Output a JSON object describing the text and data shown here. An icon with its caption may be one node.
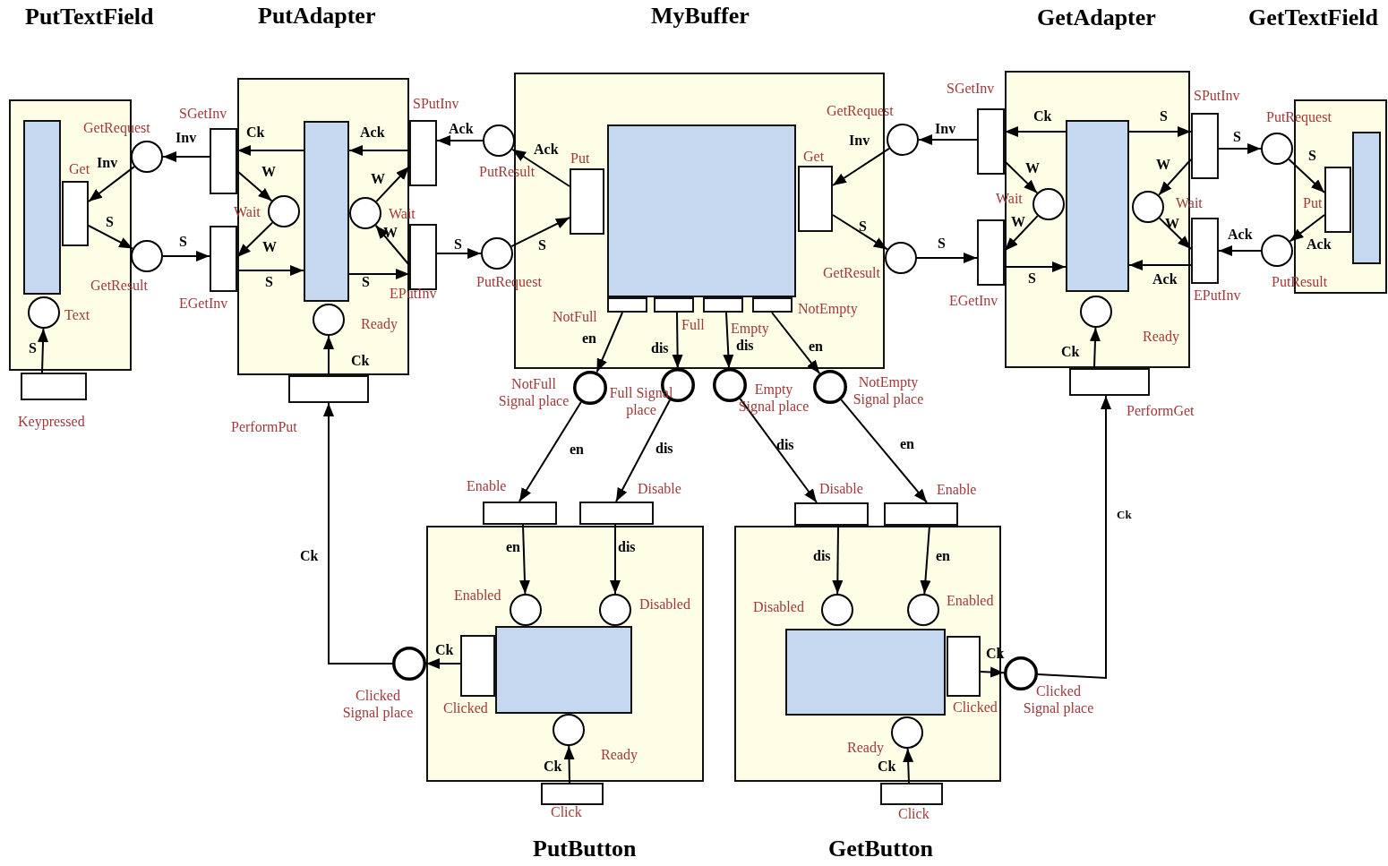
{
  "diagram": {
    "nodes": [
      {
        "text": [
          "PutTextField"
        ]
      },
      {
        "text": [],
        "shape": "box",
        "in": 0
      },
      {
        "text": [],
        "shape": "box",
        "in": 0,
        "beside": [
          "Get"
        ]
      },
      {
        "text": [],
        "shape": "circle",
        "beside": [
          "GetRequest"
        ]
      },
      {
        "text": [],
        "shape": "circle",
        "beside": [
          "GetResult"
        ]
      },
      {
        "text": [],
        "shape": "circle",
        "in": 0,
        "beside": [
          "Text"
        ]
      },
      {
        "text": [],
        "shape": "box",
        "beside": [
          "Keypressed"
        ]
      },
      {
        "text": [
          "PutAdapter"
        ]
      },
      {
        "text": [],
        "shape": "box",
        "in": 7
      },
      {
        "text": [],
        "shape": "box",
        "beside": [
          "SGetInv"
        ]
      },
      {
        "text": [],
        "shape": "box",
        "beside": [
          "EGetInv"
        ]
      },
      {
        "text": [],
        "shape": "circle",
        "in": 7,
        "beside": [
          "Wait"
        ]
      },
      {
        "text": [],
        "shape": "circle",
        "in": 7,
        "beside": [
          "Wait"
        ]
      },
      {
        "text": [],
        "shape": "box",
        "beside": [
          "SPutInv"
        ]
      },
      {
        "text": [],
        "shape": "box",
        "beside": [
          "EPutInv"
        ]
      },
      {
        "text": [],
        "shape": "circle",
        "in": 7,
        "beside": [
          "Ready"
        ]
      },
      {
        "text": [],
        "shape": "box",
        "beside": [
          "PerformPut"
        ]
      },
      {
        "text": [
          "MyBuffer"
        ]
      },
      {
        "text": [],
        "shape": "box",
        "in": 17
      },
      {
        "text": [],
        "shape": "box",
        "in": 17,
        "beside": [
          "Put"
        ]
      },
      {
        "text": [],
        "shape": "box",
        "in": 17,
        "beside": [
          "Get"
        ]
      },
      {
        "text": [],
        "shape": "circle",
        "beside": [
          "PutResult"
        ]
      },
      {
        "text": [],
        "shape": "circle",
        "beside": [
          "PutRequest"
        ]
      },
      {
        "text": [],
        "shape": "circle",
        "beside": [
          "GetRequest"
        ]
      },
      {
        "text": [],
        "shape": "circle",
        "beside": [
          "GetResult"
        ]
      },
      {
        "text": [],
        "shape": "box",
        "in": 17,
        "beside": [
          "NotFull"
        ]
      },
      {
        "text": [],
        "shape": "box",
        "in": 17,
        "beside": [
          "Full"
        ]
      },
      {
        "text": [],
        "shape": "box",
        "in": 17,
        "beside": [
          "Empty"
        ]
      },
      {
        "text": [],
        "shape": "box",
        "in": 17,
        "beside": [
          "NotEmpty"
        ]
      },
      {
        "text": [],
        "shape": "circle",
        "beside": [
          "NotFull Signal place"
        ]
      },
      {
        "text": [],
        "shape": "circle",
        "beside": [
          "Full Signal place"
        ]
      },
      {
        "text": [],
        "shape": "circle",
        "beside": [
          "Empty Signal place"
        ]
      },
      {
        "text": [],
        "shape": "circle",
        "beside": [
          "NotEmpty Signal place"
        ]
      },
      {
        "text": [
          "GetAdapter"
        ]
      },
      {
        "text": [],
        "shape": "box",
        "in": 33
      },
      {
        "text": [],
        "shape": "box",
        "beside": [
          "SGetInv"
        ]
      },
      {
        "text": [],
        "shape": "box",
        "beside": [
          "EGetInv"
        ]
      },
      {
        "text": [],
        "shape": "circle",
        "in": 33,
        "beside": [
          "Wait"
        ]
      },
      {
        "text": [],
        "shape": "circle",
        "in": 33,
        "beside": [
          "Wait"
        ]
      },
      {
        "text": [],
        "shape": "box",
        "beside": [
          "SPutInv"
        ]
      },
      {
        "text": [],
        "shape": "box",
        "beside": [
          "EPutInv"
        ]
      },
      {
        "text": [],
        "shape": "circle",
        "in": 33,
        "beside": [
          "Ready"
        ]
      },
      {
        "text": [],
        "shape": "box",
        "beside": [
          "PerformGet"
        ]
      },
      {
        "text": [
          "GetTextField"
        ]
      },
      {
        "text": [],
        "shape": "box",
        "in": 43
      },
      {
        "text": [],
        "shape": "box",
        "in": 43,
        "beside": [
          "Put"
        ]
      },
      {
        "text": [],
        "shape": "circle",
        "beside": [
          "PutRequest"
        ]
      },
      {
        "text": [],
        "shape": "circle",
        "beside": [
          "PutResult"
        ]
      },
      {
        "text": [
          "PutButton"
        ]
      },
      {
        "text": [],
        "shape": "box",
        "in": 48
      },
      {
        "text": [],
        "shape": "box",
        "beside": [
          "Enable"
        ]
      },
      {
        "text": [],
        "shape": "box",
        "beside": [
          "Disable"
        ]
      },
      {
        "text": [],
        "shape": "circle",
        "in": 48,
        "beside": [
          "Enabled"
        ]
      },
      {
        "text": [],
        "shape": "circle",
        "in": 48,
        "beside": [
          "Disabled"
        ]
      },
      {
        "text": [],
        "shape": "box",
        "in": 48,
        "beside": [
          "Clicked"
        ]
      },
      {
        "text": [],
        "shape": "circle",
        "in": 48,
        "beside": [
          "Ready"
        ]
      },
      {
        "text": [],
        "shape": "box",
        "beside": [
          "Click"
        ]
      },
      {
        "text": [],
        "shape": "circle",
        "beside": [
          "Clicked Signal place"
        ]
      },
      {
        "text": [
          "GetButton"
        ]
      },
      {
        "text": [],
        "shape": "box",
        "in": 58
      },
      {
        "text": [],
        "shape": "box",
        "beside": [
          "Disable"
        ]
      },
      {
        "text": [],
        "shape": "box",
        "beside": [
          "Enable"
        ]
      },
      {
        "text": [],
        "shape": "circle",
        "in": 58,
        "beside": [
          "Disabled"
        ]
      },
      {
        "text": [],
        "shape": "circle",
        "in": 58,
        "beside": [
          "Enabled"
        ]
      },
      {
        "text": [],
        "shape": "box",
        "in": 58,
        "beside": [
          "Clicked"
        ]
      },
      {
        "text": [],
        "shape": "circle",
        "in": 58,
        "beside": [
          "Ready"
        ]
      },
      {
        "text": [],
        "shape": "box",
        "beside": [
          "Click"
        ]
      },
      {
        "text": [],
        "shape": "circle",
        "beside": [
          "Clicked Signal place"
        ]
      }
    ],
    "edges": [
      {
        "from": 3,
        "to": 2,
        "arrow": "to",
        "label": "Inv"
      },
      {
        "from": 2,
        "to": 4,
        "arrow": "to",
        "label": "S"
      },
      {
        "from": 6,
        "to": 5,
        "arrow": "to",
        "label": "S"
      },
      {
        "from": 9,
        "to": 3,
        "arrow": "to",
        "label": "Inv"
      },
      {
        "from": 4,
        "to": 10,
        "arrow": "to",
        "label": "S"
      },
      {
        "from": 8,
        "to": 9,
        "arrow": "to",
        "label": "Ck"
      },
      {
        "from": 9,
        "to": 11,
        "arrow": "to",
        "label": "W"
      },
      {
        "from": 11,
        "to": 10,
        "arrow": "to",
        "label": "W"
      },
      {
        "from": 10,
        "to": 8,
        "arrow": "to",
        "label": "S"
      },
      {
        "from": 13,
        "to": 8,
        "arrow": "to",
        "label": "Ack"
      },
      {
        "from": 12,
        "to": 13,
        "arrow": "to",
        "label": "W"
      },
      {
        "from": 14,
        "to": 12,
        "arrow": "to",
        "label": "W"
      },
      {
        "from": 8,
        "to": 14,
        "arrow": "to",
        "label": "S"
      },
      {
        "from": 16,
        "to": 15,
        "arrow": "to",
        "label": "Ck"
      },
      {
        "from": 21,
        "to": 13,
        "arrow": "to",
        "label": "Ack"
      },
      {
        "from": 14,
        "to": 22,
        "arrow": "to",
        "label": "S"
      },
      {
        "from": 19,
        "to": 21,
        "arrow": "to",
        "label": "Ack"
      },
      {
        "from": 22,
        "to": 19,
        "arrow": "to",
        "label": "S"
      },
      {
        "from": 23,
        "to": 20,
        "arrow": "to",
        "label": "Inv"
      },
      {
        "from": 20,
        "to": 24,
        "arrow": "to",
        "label": "S"
      },
      {
        "from": 24,
        "to": 36,
        "arrow": "to",
        "label": "S"
      },
      {
        "from": 35,
        "to": 23,
        "arrow": "to",
        "label": "Inv"
      },
      {
        "from": 25,
        "to": 29,
        "arrow": "to",
        "label": "en"
      },
      {
        "from": 26,
        "to": 30,
        "arrow": "to",
        "label": "dis"
      },
      {
        "from": 27,
        "to": 31,
        "arrow": "to",
        "label": "dis"
      },
      {
        "from": 28,
        "to": 32,
        "arrow": "to",
        "label": "en"
      },
      {
        "from": 29,
        "to": 50,
        "arrow": "to",
        "label": "en"
      },
      {
        "from": 30,
        "to": 51,
        "arrow": "to",
        "label": "dis"
      },
      {
        "from": 31,
        "to": 60,
        "arrow": "to",
        "label": "dis"
      },
      {
        "from": 32,
        "to": 61,
        "arrow": "to",
        "label": "en"
      },
      {
        "from": 50,
        "to": 52,
        "arrow": "to",
        "label": "en"
      },
      {
        "from": 51,
        "to": 53,
        "arrow": "to",
        "label": "dis"
      },
      {
        "from": 54,
        "to": 57,
        "arrow": "to",
        "label": "Ck"
      },
      {
        "from": 56,
        "to": 55,
        "arrow": "to",
        "label": "Ck"
      },
      {
        "from": 57,
        "to": 16,
        "arrow": "to",
        "label": "Ck"
      },
      {
        "from": 60,
        "to": 62,
        "arrow": "to",
        "label": "dis"
      },
      {
        "from": 61,
        "to": 63,
        "arrow": "to",
        "label": "en"
      },
      {
        "from": 64,
        "to": 67,
        "arrow": "to",
        "label": "Ck"
      },
      {
        "from": 66,
        "to": 65,
        "arrow": "to",
        "label": "Ck"
      },
      {
        "from": 67,
        "to": 42,
        "arrow": "to",
        "label": "Ck"
      },
      {
        "from": 34,
        "to": 35,
        "arrow": "to",
        "label": "Ck"
      },
      {
        "from": 35,
        "to": 37,
        "arrow": "to",
        "label": "W"
      },
      {
        "from": 37,
        "to": 36,
        "arrow": "to",
        "label": "W"
      },
      {
        "from": 36,
        "to": 34,
        "arrow": "to",
        "label": "S"
      },
      {
        "from": 34,
        "to": 39,
        "arrow": "to",
        "label": "S"
      },
      {
        "from": 39,
        "to": 38,
        "arrow": "to",
        "label": "W"
      },
      {
        "from": 38,
        "to": 40,
        "arrow": "to",
        "label": "W"
      },
      {
        "from": 40,
        "to": 34,
        "arrow": "to",
        "label": "Ack"
      },
      {
        "from": 42,
        "to": 41,
        "arrow": "to",
        "label": "Ck"
      },
      {
        "from": 39,
        "to": 46,
        "arrow": "to",
        "label": "S"
      },
      {
        "from": 47,
        "to": 40,
        "arrow": "to",
        "label": "Ack"
      },
      {
        "from": 46,
        "to": 45,
        "arrow": "to",
        "label": "S"
      },
      {
        "from": 45,
        "to": 47,
        "arrow": "to",
        "label": "Ack"
      }
    ]
  }
}
